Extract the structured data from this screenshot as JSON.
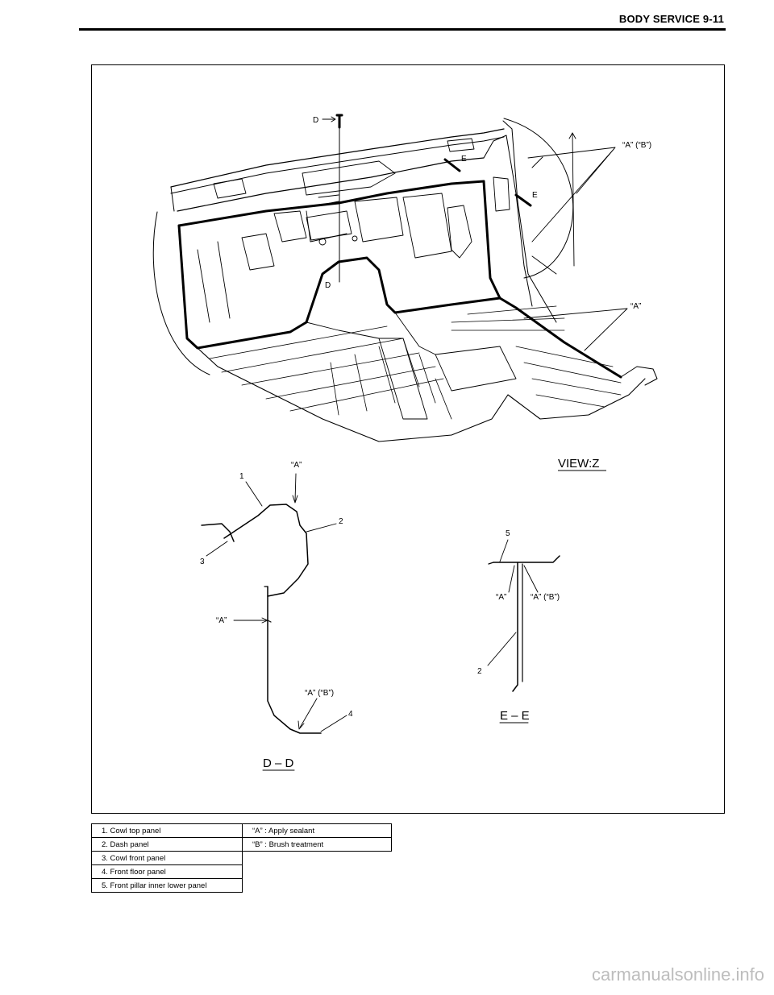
{
  "header": {
    "title": "BODY SERVICE 9-11"
  },
  "figure": {
    "labels": {
      "d_top": "D",
      "d_mid": "D",
      "e_1": "E",
      "e_2": "E",
      "a_b_top": "“A” (“B”)",
      "a_right": "“A”",
      "view_z": "VIEW:Z",
      "dd_1": "1",
      "dd_2": "2",
      "dd_3": "3",
      "dd_4": "4",
      "dd_a_top": "“A”",
      "dd_a_mid": "“A”",
      "dd_a_b": "“A” (“B”)",
      "dd_title": "D – D",
      "ee_5": "5",
      "ee_2": "2",
      "ee_a": "“A”",
      "ee_a_b": "“A” (“B”)",
      "ee_title": "E – E"
    }
  },
  "legend": {
    "rows": [
      {
        "part": "1.   Cowl top panel",
        "note": "“A” :   Apply sealant"
      },
      {
        "part": "2.   Dash panel",
        "note": "“B” :   Brush treatment"
      },
      {
        "part": "3.   Cowl front panel",
        "note": ""
      },
      {
        "part": "4.   Front floor panel",
        "note": ""
      },
      {
        "part": "5.   Front pillar inner lower panel",
        "note": ""
      }
    ]
  },
  "watermark": "carmanualsonline.info"
}
